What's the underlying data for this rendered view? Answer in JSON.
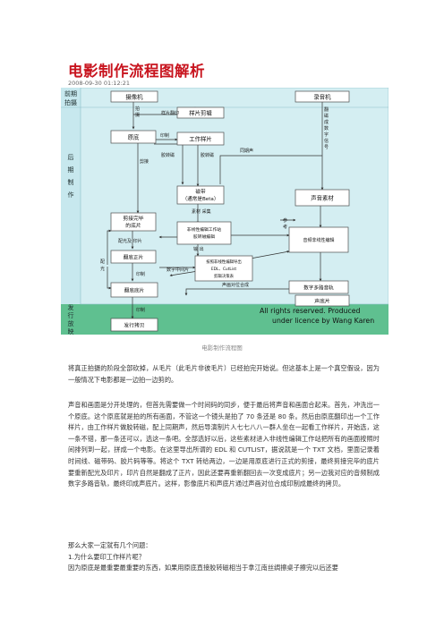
{
  "article": {
    "title": "电影制作流程图解析",
    "date": "2008-09-30 01:12:21",
    "caption": "电影制作流程图",
    "para1": "将真正拍摄的阶段全部砍掉，从毛片（此毛片非彼毛片）已经拍完开始说。但这基本上是一个真空假设，因为一般情况下电影都是一边拍一边剪的。",
    "para2": "声音和画面是分开处理的，但首先需要做一个时间码的同步，便于最后将声音和画面合起来。首先，冲洗出一个原底。这个原底就是拍的所有画面，不管这一个镜头是拍了 70 条还是 80 条。然后由原底翻印出一个工作样片，由工作样片做胶转磁，配上同期声，然后导演制片人七七八八一群人坐在一起看工作样片，开始选，这一条不错，那一条还可以，选这一条吧。全部选好以后，这些素材进入非线性编辑工作站把所有的画面按照时间排列到一起，拼成一个电影。在这里导出所谓的 EDL 和 CUTLIST，据说就是一个 TXT 文档，里面记录着时间线、磁带码、胶片码等等。将这个 TXT 转给两边，一边是用原底进行正式的剪接，最终剪接完毕的底片要重新配光及印片，印片自然是翻成了正片，因此还要再重新翻回去一次变成底片；另一边我对应的音频制成数字多路音轨，最终印成声底片。这样，影像底片和声底片通过声画对位合成印制成最终的拷贝。",
    "para3": "那么大家一定就有几个问题：",
    "q1": "1.为什么要印工作样片呢？",
    "para4": "因为原底是最重要最重要的东西，如果用原底直接胶转磁相当于拿江南丝绸擦桌子擦完以后还要"
  },
  "flowchart": {
    "section_labels": {
      "pre": [
        "前期",
        "拍摄"
      ],
      "post": [
        "后",
        "期",
        "制",
        "作"
      ],
      "release": [
        "发",
        "行",
        "放",
        "映"
      ]
    },
    "nodes": {
      "camera": "摄像机",
      "recorder": "录音机",
      "dailies": "样片剪辑",
      "negative": "原底",
      "workprint": "工作样片",
      "tape": [
        "磁带",
        "（通常是Beta）"
      ],
      "sound": "声音素材",
      "cut_neg": [
        "剪接完毕",
        "的底片"
      ],
      "nle": [
        "非线性编辑工作站",
        "胶转磁编辑"
      ],
      "edl": [
        "按照非线性编辑导出",
        "EDL、CutList",
        "剪辑决策表"
      ],
      "sound_nle": "音频非线性编辑",
      "digital_track": "数字多路音轨",
      "interpos": "翻底正片",
      "interneg": "翻底底片",
      "sound_neg": "声底片",
      "release": "发行拷贝"
    },
    "edge_labels": {
      "shoot": [
        "拍",
        "摄"
      ],
      "wp_print": "样片翻印",
      "print": "印制",
      "tk1": "胶转磁",
      "tk2": "胶转磁",
      "sync": "同期声",
      "mag_transfer": [
        "翻",
        "磁",
        "成",
        "数",
        "字",
        "信",
        "号"
      ],
      "material": "素材  采集",
      "export": "输  出",
      "ref": [
        "参",
        "考"
      ],
      "edit": "剪接",
      "grade_print": "配光及  印片",
      "grade": [
        "配",
        "光"
      ],
      "print2": "印制",
      "digital_neg": "数字中间片",
      "sync_print": "声画对位合成",
      "print3": "印制"
    },
    "rights": [
      "All rights reserved. Produced",
      "under licence by  Wang Karen"
    ]
  }
}
